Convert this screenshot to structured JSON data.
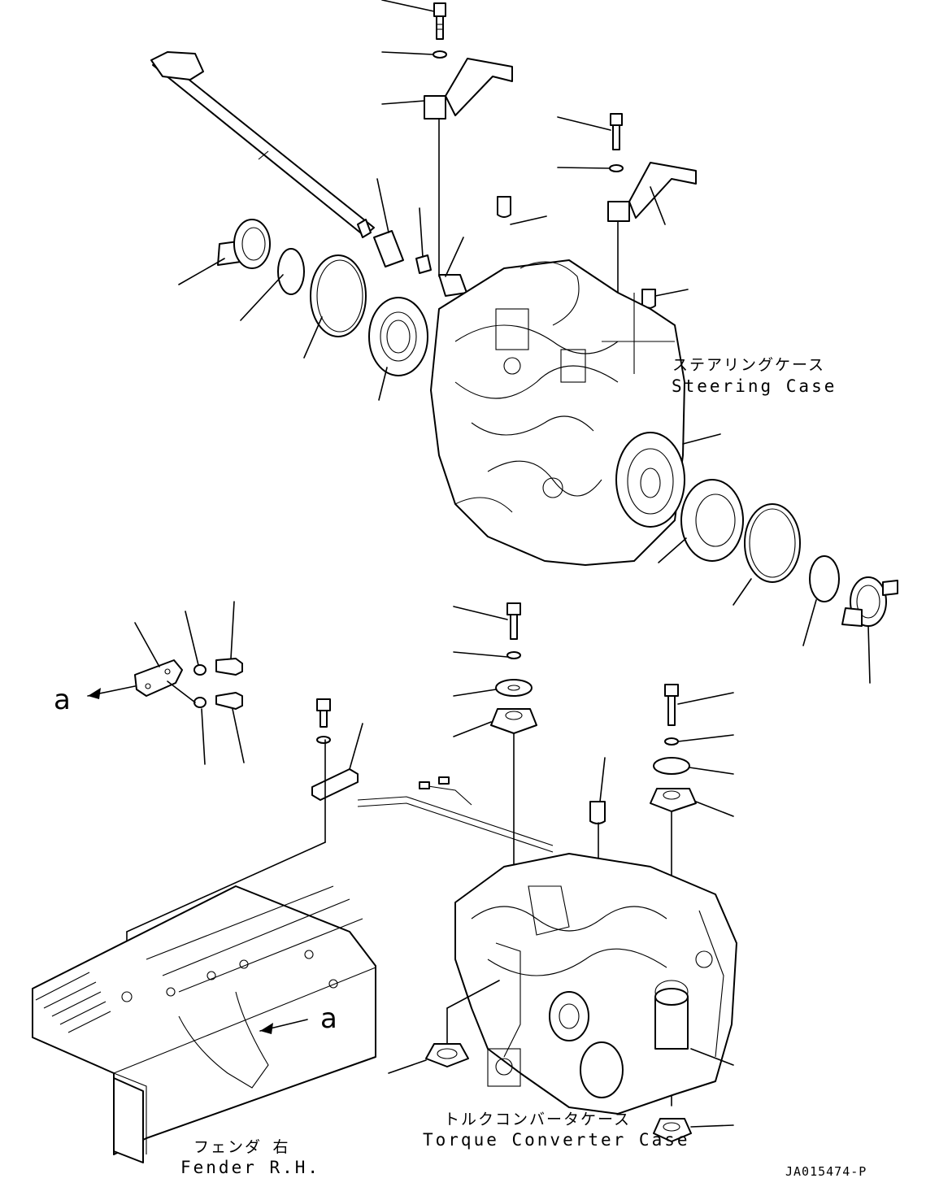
{
  "labels": {
    "steering_case_jp": "ステアリングケース",
    "steering_case_en": "Steering Case",
    "torque_converter_jp": "トルクコンバータケース",
    "torque_converter_en": "Torque Converter Case",
    "fender_jp": "フェンダ 右",
    "fender_en": "Fender R.H.",
    "view_a_arrow": "a",
    "view_a_fender": "a",
    "drawing_code": "JA015474-P"
  }
}
